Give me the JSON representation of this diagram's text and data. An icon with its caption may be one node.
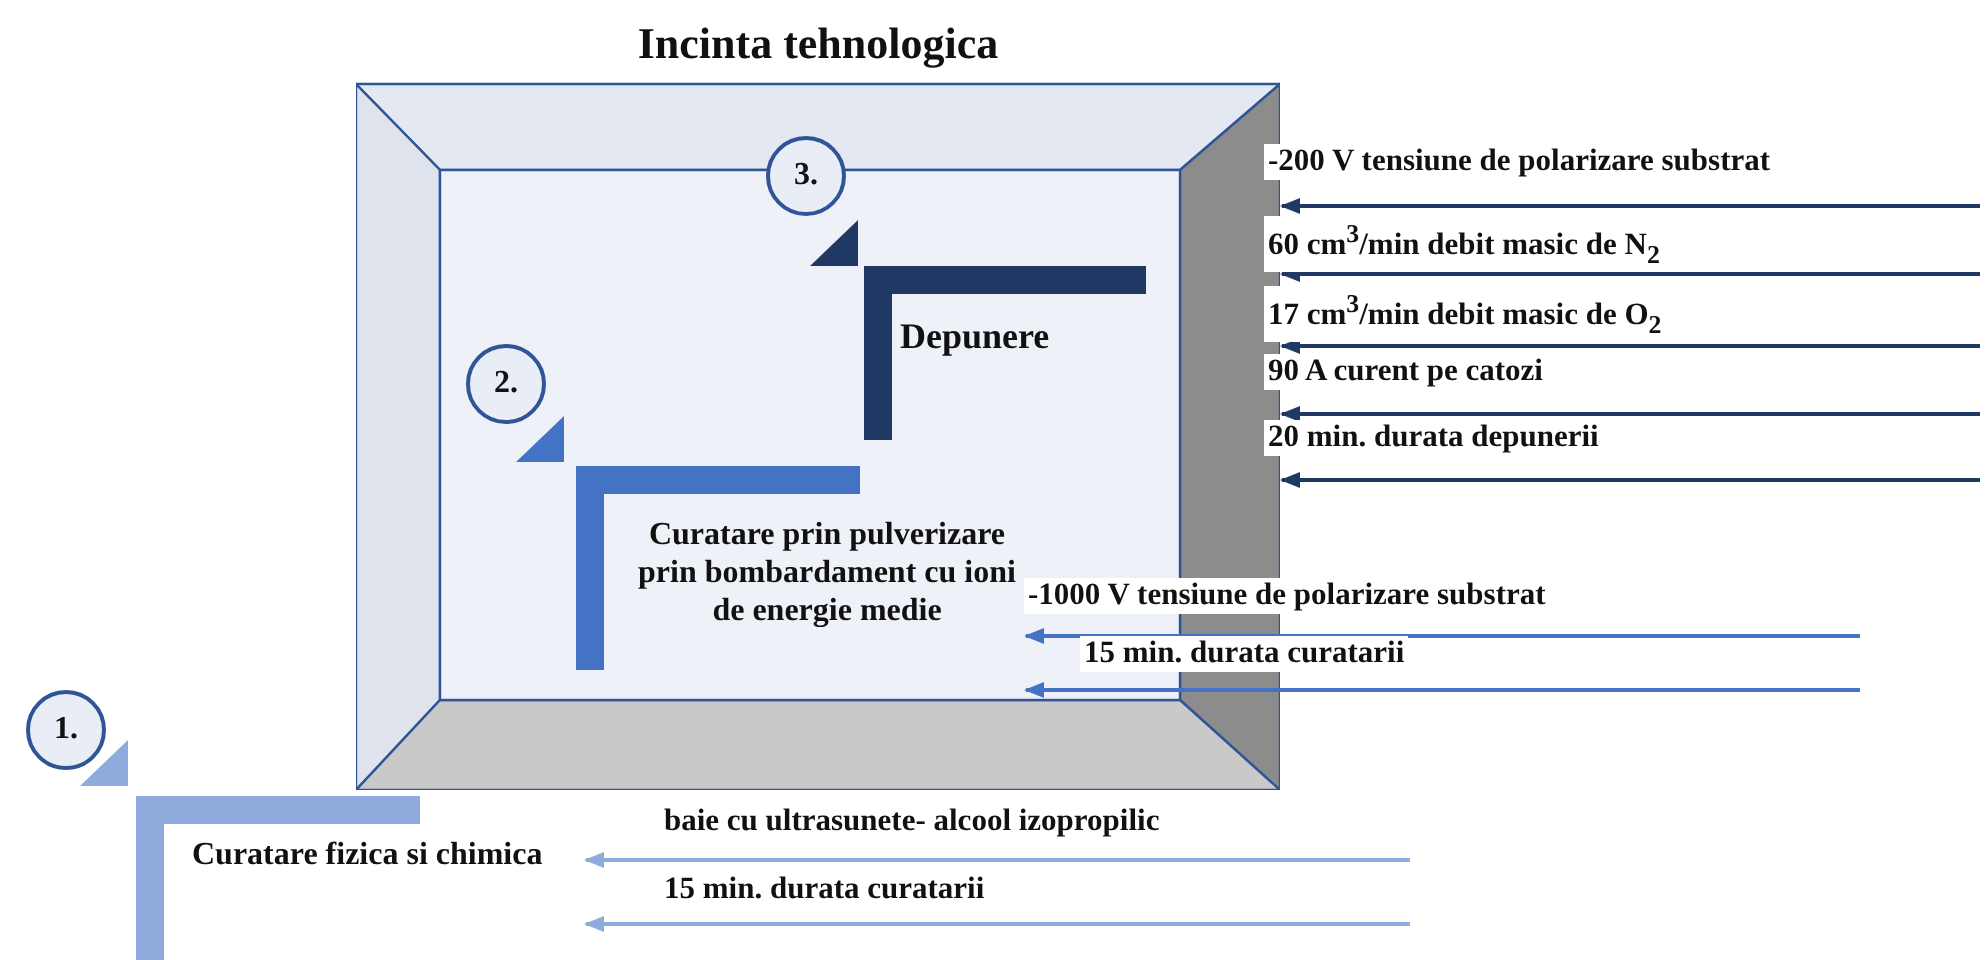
{
  "diagram": {
    "nodes": [
      {
        "text": [
          "Incinta tehnologica"
        ]
      },
      {
        "text": [
          "3."
        ],
        "in": 0
      },
      {
        "text": [
          "Depunere"
        ],
        "in": 0
      },
      {
        "text": [
          "2."
        ],
        "in": 0
      },
      {
        "text": [
          "Curatare prin pulverizare prin bombardament cu ioni de energie medie"
        ],
        "in": 0
      },
      {
        "text": [
          "1."
        ]
      },
      {
        "text": [
          "Curatare fizica si chimica"
        ]
      }
    ],
    "edges": [
      {
        "from": null,
        "to": 0,
        "arrow": "to",
        "label": "-200 V tensiune de polarizare substrat"
      },
      {
        "from": null,
        "to": 0,
        "arrow": "to",
        "label": "60 cm$^{3}$/min debit masic de N$_{2}$"
      },
      {
        "from": null,
        "to": 0,
        "arrow": "to",
        "label": "17 cm$^{3}$/min debit masic de O$_{2}$"
      },
      {
        "from": null,
        "to": 0,
        "arrow": "to",
        "label": "90 A curent pe catozi"
      },
      {
        "from": null,
        "to": 0,
        "arrow": "to",
        "label": "20 min. durata depunerii"
      },
      {
        "from": null,
        "to": 4,
        "arrow": "to",
        "label": "-1000 V tensiune de polarizare substrat",
        "color": "#4472c4"
      },
      {
        "from": null,
        "to": 4,
        "arrow": "to",
        "label": "15 min. durata curatarii",
        "color": "#4472c4"
      },
      {
        "from": null,
        "to": 6,
        "arrow": "to",
        "label": "baie cu ultrasunete- alcool izopropilic",
        "color": "#8faadc"
      },
      {
        "from": null,
        "to": 6,
        "arrow": "to",
        "label": "15 min. durata curatarii",
        "color": "#8faadc"
      }
    ]
  }
}
